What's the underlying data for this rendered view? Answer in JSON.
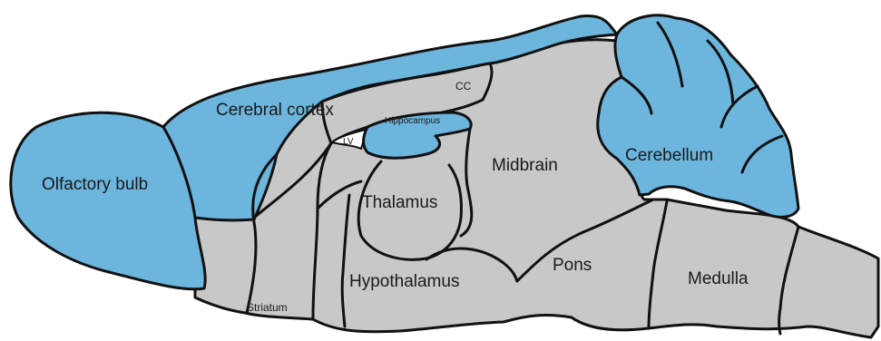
{
  "labels": {
    "olfactory_bulb": "Olfactory bulb",
    "cerebral_cortex": "Cerebral cortex",
    "cc": "CC",
    "hippocampus": "Hippocampus",
    "lv": "LV",
    "midbrain": "Midbrain",
    "cerebellum": "Cerebellum",
    "thalamus": "Thalamus",
    "hypothalamus": "Hypothalamus",
    "pons": "Pons",
    "medulla": "Medulla",
    "striatum": "Striatum"
  },
  "colors": {
    "blue_regions": "#6cb5dd",
    "grey_regions": "#c8c8c8",
    "outline": "#111111"
  }
}
